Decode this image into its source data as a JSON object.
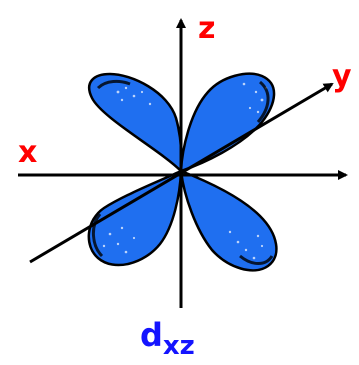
{
  "diagram": {
    "axis_labels": {
      "x": "x",
      "y": "y",
      "z": "z"
    },
    "orbital_label": {
      "main": "d",
      "subscript": "xz"
    },
    "colors": {
      "lobe_fill": "#1f6ff0",
      "lobe_outline": "#000000",
      "axis_label": "#ff0000",
      "orbital_label": "#1414ff",
      "axes": "#000000"
    }
  }
}
